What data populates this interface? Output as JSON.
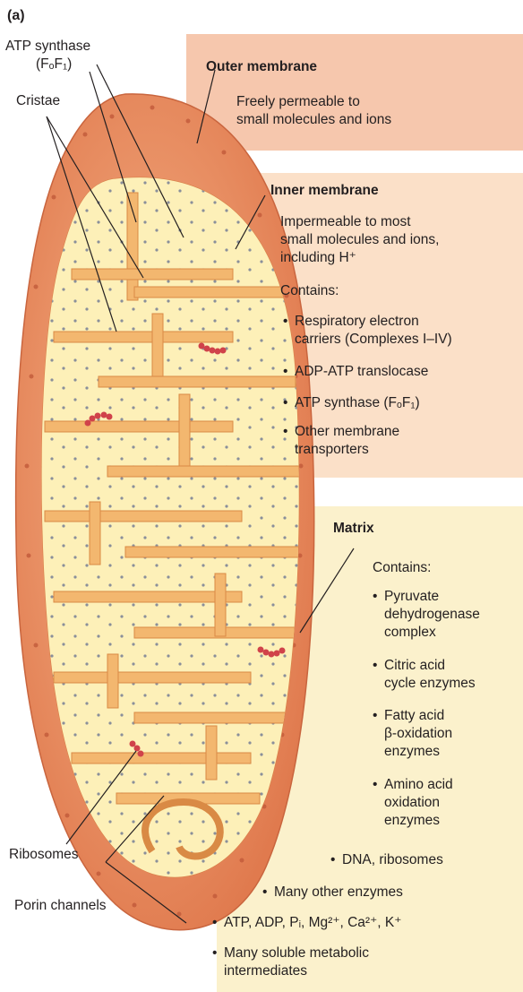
{
  "panel_label": "(a)",
  "left_labels": {
    "atp_synthase": "ATP synthase",
    "atp_synthase_formula": "(FₒF₁)",
    "cristae": "Cristae",
    "ribosomes": "Ribosomes",
    "porin_channels": "Porin channels"
  },
  "outer_membrane": {
    "title": "Outer membrane",
    "desc_line1": "Freely permeable to",
    "desc_line2": "small molecules and ions"
  },
  "inner_membrane": {
    "title": "Inner membrane",
    "desc_line1": "Impermeable to most",
    "desc_line2": "small molecules and ions,",
    "desc_line3": "including H⁺",
    "contains": "Contains:",
    "items": [
      {
        "line1": "Respiratory electron",
        "line2": "carriers (Complexes I–IV)"
      },
      {
        "line1": "ADP-ATP translocase",
        "line2": ""
      },
      {
        "line1": "ATP synthase (FₒF₁)",
        "line2": ""
      },
      {
        "line1": "Other membrane",
        "line2": "transporters"
      }
    ]
  },
  "matrix": {
    "title": "Matrix",
    "contains": "Contains:",
    "items": [
      {
        "lines": [
          "Pyruvate",
          "dehydrogenase",
          "complex"
        ]
      },
      {
        "lines": [
          "Citric acid",
          "cycle enzymes"
        ]
      },
      {
        "lines": [
          "Fatty acid",
          "β-oxidation",
          "enzymes"
        ]
      },
      {
        "lines": [
          "Amino acid",
          "oxidation",
          "enzymes"
        ]
      }
    ],
    "item_dna": "DNA, ribosomes",
    "item_other": "Many other enzymes",
    "item_ions": "ATP, ADP, Pᵢ, Mg²⁺, Ca²⁺, K⁺",
    "item_soluble_line1": "Many soluble metabolic",
    "item_soluble_line2": "intermediates"
  },
  "colors": {
    "outer_box": "#f6c7ad",
    "inner_box": "#fbe0c8",
    "matrix_box": "#fbf1cc",
    "outer_membrane": "#e8875a",
    "inner_membrane": "#f0a564",
    "cristae_fill": "#fdf0b8",
    "ribosome": "#d0424a"
  }
}
